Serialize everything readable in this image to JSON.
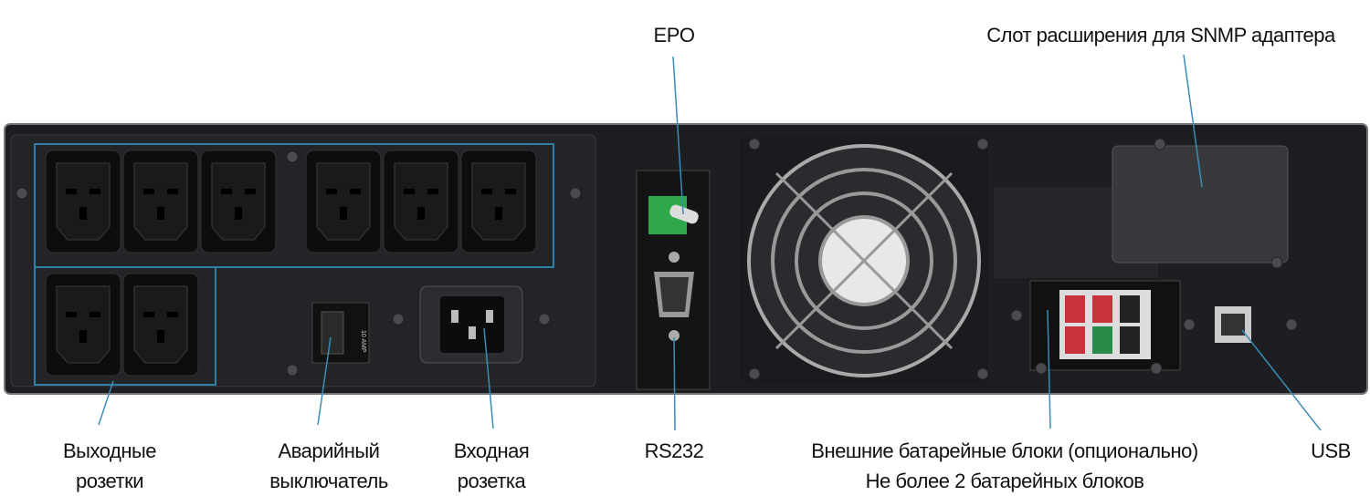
{
  "labels": {
    "epo": "EPO",
    "snmp_slot": "Слот расширения для SNMP адаптера",
    "output_outlets": [
      "Выходные",
      "розетки"
    ],
    "breaker": [
      "Аварийный",
      "выключатель"
    ],
    "input_socket": [
      "Входная",
      "розетка"
    ],
    "rs232": "RS232",
    "battery": [
      "Внешние батарейные блоки (опционально)",
      "Не более 2 батарейных блоков"
    ],
    "usb": "USB"
  },
  "device_markings": {
    "breaker_rating": "10 AMP"
  },
  "colors": {
    "panel": "#1d1e21",
    "leader_line": "#3b8db5",
    "outlet_group_outline": "#2f7fa6",
    "epo_connector": "#2fa84a"
  }
}
